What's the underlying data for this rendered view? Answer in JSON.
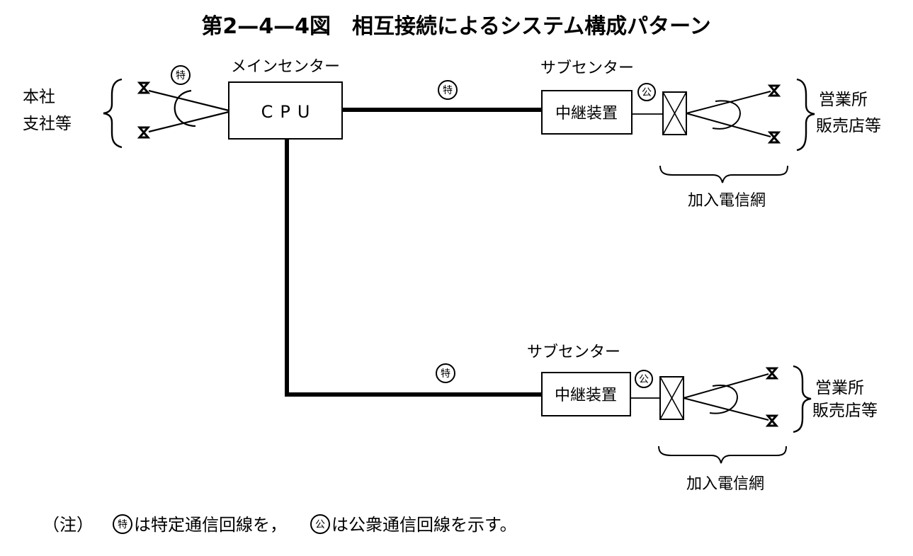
{
  "title": "第2—4—4図　相互接続によるシステム構成パターン",
  "main_center": {
    "label": "メインセンター",
    "cpu": "CPU"
  },
  "head_office": {
    "line1": "本社",
    "line2": "支社等"
  },
  "marks": {
    "tokutei": "特",
    "kosyu": "公"
  },
  "sub_centers": [
    {
      "label": "サブセンター",
      "relay": "中継装置",
      "branch_line1": "営業所",
      "branch_line2": "販売店等",
      "network": "加入電信網"
    },
    {
      "label": "サブセンター",
      "relay": "中継装置",
      "branch_line1": "営業所",
      "branch_line2": "販売店等",
      "network": "加入電信網"
    }
  ],
  "note": {
    "prefix": "（注）",
    "part1": "は特定通信回線を，",
    "part2": "は公衆通信回線を示す。"
  }
}
